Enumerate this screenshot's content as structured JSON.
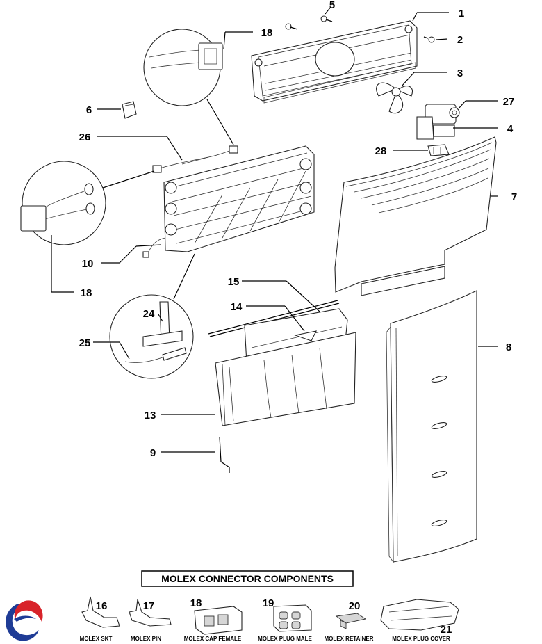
{
  "callouts": {
    "n1": "1",
    "n2": "2",
    "n3": "3",
    "n4": "4",
    "n5": "5",
    "n6": "6",
    "n7": "7",
    "n8": "8",
    "n9": "9",
    "n10": "10",
    "n13": "13",
    "n14": "14",
    "n15": "15",
    "n18a": "18",
    "n18b": "18",
    "n24": "24",
    "n25": "25",
    "n26": "26",
    "n27": "27",
    "n28": "28"
  },
  "molex": {
    "title": "MOLEX CONNECTOR COMPONENTS",
    "items": [
      {
        "num": "16",
        "caption": "MOLEX SKT"
      },
      {
        "num": "17",
        "caption": "MOLEX PIN"
      },
      {
        "num": "18",
        "caption": "MOLEX CAP FEMALE"
      },
      {
        "num": "19",
        "caption": "MOLEX PLUG MALE"
      },
      {
        "num": "20",
        "caption": "MOLEX RETAINER"
      },
      {
        "num": "21",
        "caption": "MOLEX PLUG COVER"
      }
    ]
  },
  "colors": {
    "logo_blue": "#1f3c96",
    "logo_red": "#d8232a"
  },
  "icons": {
    "logo": "brand-swirl-logo"
  }
}
